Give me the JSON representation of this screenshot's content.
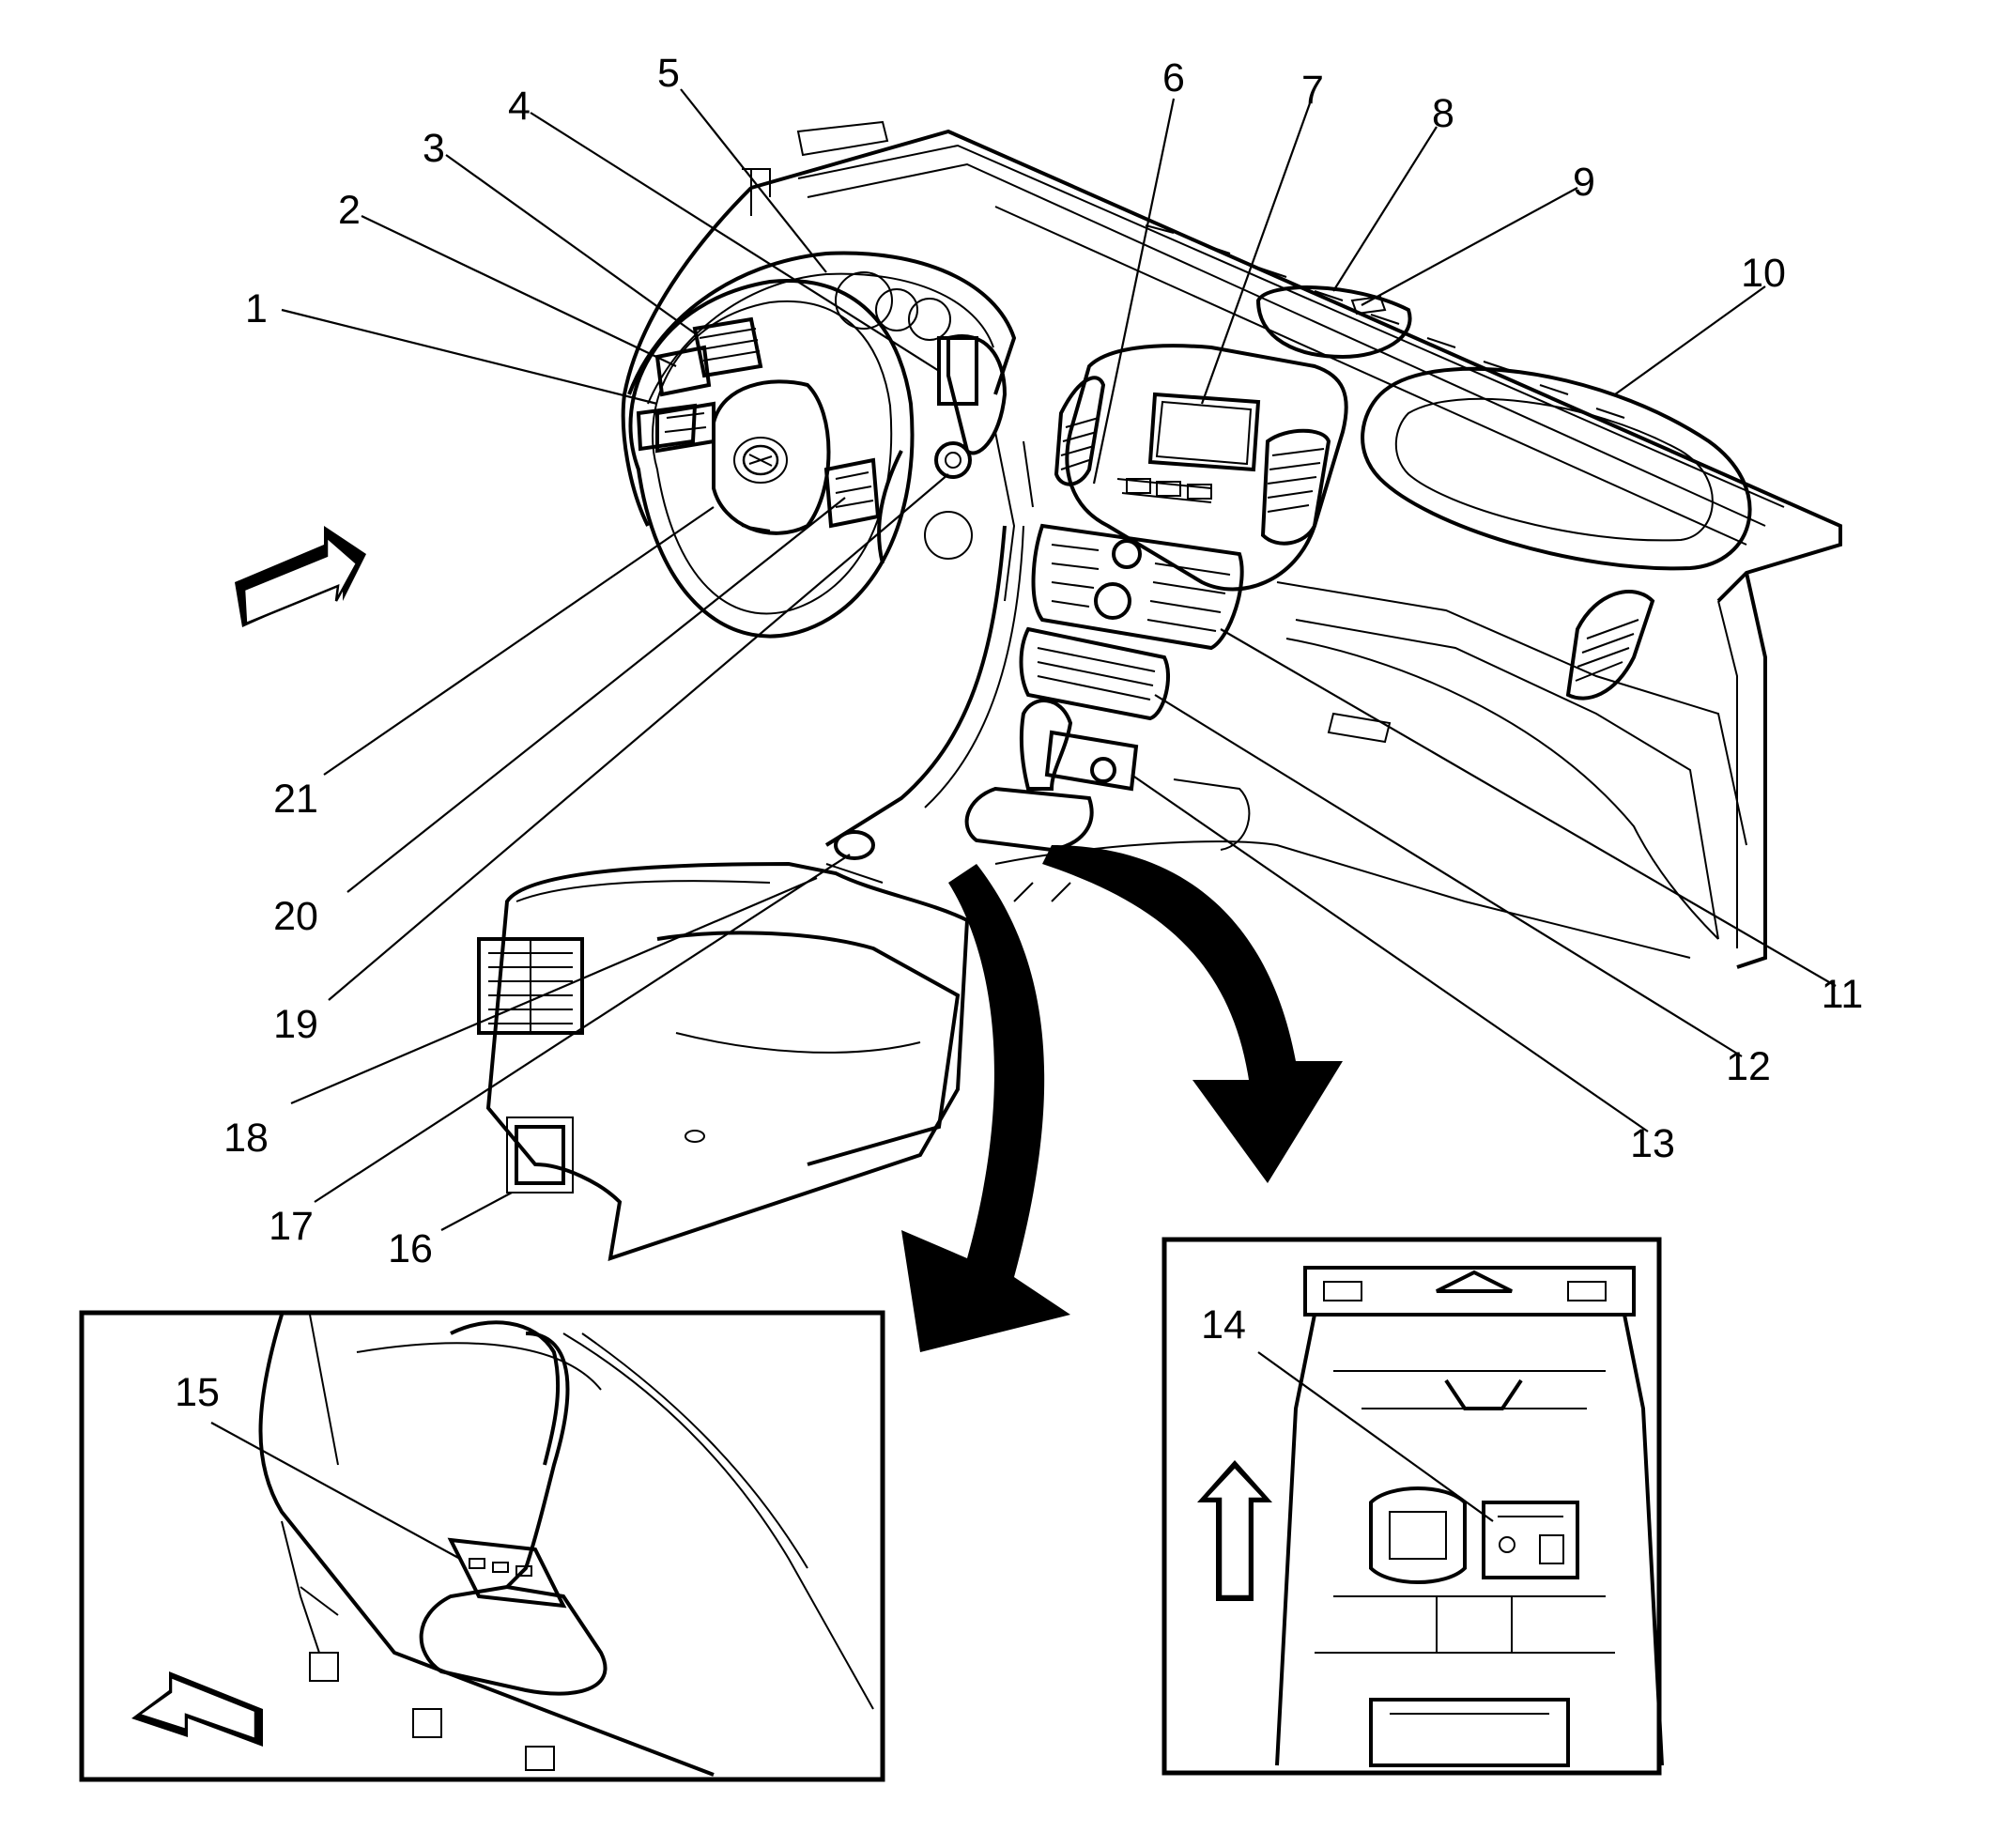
{
  "callouts": [
    {
      "id": "1",
      "text": "1"
    },
    {
      "id": "2",
      "text": "2"
    },
    {
      "id": "3",
      "text": "3"
    },
    {
      "id": "4",
      "text": "4"
    },
    {
      "id": "5",
      "text": "5"
    },
    {
      "id": "6",
      "text": "6"
    },
    {
      "id": "7",
      "text": "7"
    },
    {
      "id": "8",
      "text": "8"
    },
    {
      "id": "9",
      "text": "9"
    },
    {
      "id": "10",
      "text": "10"
    },
    {
      "id": "11",
      "text": "11"
    },
    {
      "id": "12",
      "text": "12"
    },
    {
      "id": "13",
      "text": "13"
    },
    {
      "id": "14",
      "text": "14"
    },
    {
      "id": "15",
      "text": "15"
    },
    {
      "id": "16",
      "text": "16"
    },
    {
      "id": "17",
      "text": "17"
    },
    {
      "id": "18",
      "text": "18"
    },
    {
      "id": "19",
      "text": "19"
    },
    {
      "id": "20",
      "text": "20"
    },
    {
      "id": "21",
      "text": "21"
    }
  ],
  "icons": [
    "forward-direction-arrow-icon",
    "detail-view-arrow-icon",
    "emblem-icon"
  ]
}
